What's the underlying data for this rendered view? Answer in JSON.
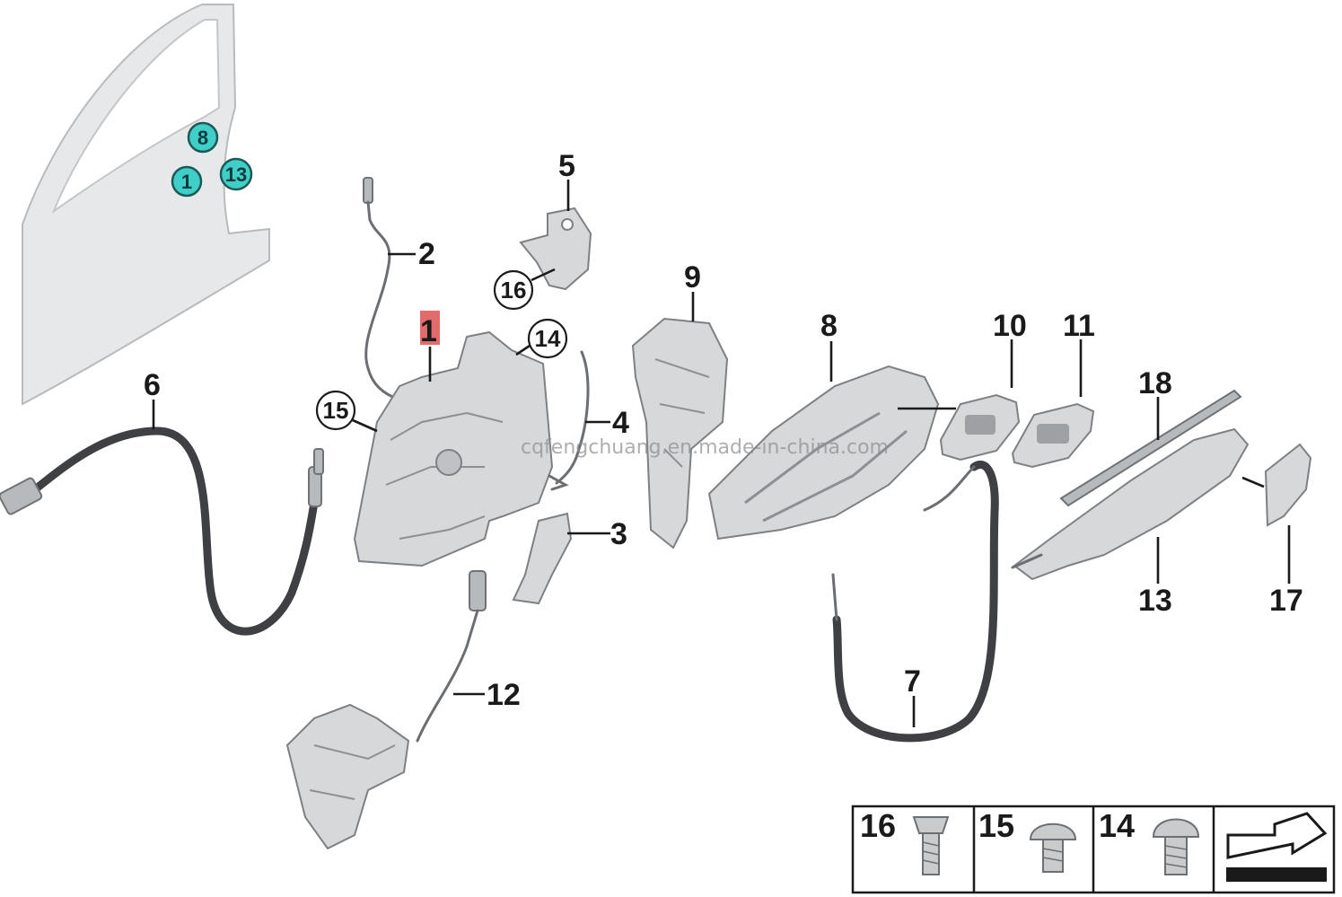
{
  "watermark": "cqfengchuang.en.made-in-china.com",
  "door_callouts": [
    {
      "id": "door-8",
      "label": "8"
    },
    {
      "id": "door-1",
      "label": "1"
    },
    {
      "id": "door-13",
      "label": "13"
    }
  ],
  "part_numbers": {
    "p1": "1",
    "p2": "2",
    "p3": "3",
    "p4": "4",
    "p5": "5",
    "p6": "6",
    "p7": "7",
    "p8": "8",
    "p9": "9",
    "p10": "10",
    "p11": "11",
    "p12": "12",
    "p13": "13",
    "p17": "17",
    "p18": "18"
  },
  "circled_numbers": {
    "c14": "14",
    "c15": "15",
    "c16": "16"
  },
  "fastener_table": [
    {
      "label": "16"
    },
    {
      "label": "15"
    },
    {
      "label": "14"
    }
  ],
  "colors": {
    "highlight": "#e36b6b",
    "door_callout": "#3fcfc8",
    "part_fill": "#d6d8da"
  }
}
